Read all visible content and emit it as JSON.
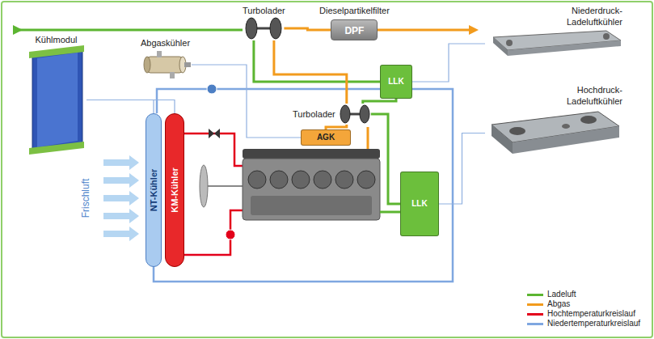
{
  "diagram": {
    "nodes": [
      {
        "text": [
          "Kühlmodul"
        ]
      },
      {
        "text": [
          "Turbolader"
        ]
      },
      {
        "text": [
          "Dieselpartikelfilter",
          "DPF"
        ]
      },
      {
        "text": [
          "Niederdruck- Ladeluftkühler"
        ]
      },
      {
        "text": [
          "Abgaskühler"
        ]
      },
      {
        "text": [
          "LLK"
        ]
      },
      {
        "text": [
          "Turbolader"
        ]
      },
      {
        "text": [
          "Hochdruck- Ladeluftkühler"
        ]
      },
      {
        "text": [
          "AGK"
        ]
      },
      {
        "text": [
          "NT-Kühler"
        ]
      },
      {
        "text": [
          "KM-Kühler"
        ]
      },
      {
        "text": [
          "LLK"
        ]
      }
    ],
    "edges": [
      {
        "from": 0,
        "to": 9,
        "arrow": "none"
      },
      {
        "from": 0,
        "to": 10,
        "arrow": "none"
      },
      {
        "from": 3,
        "to": 5,
        "arrow": "none"
      },
      {
        "from": 7,
        "to": 11,
        "arrow": "none"
      },
      {
        "from": 4,
        "to": 8,
        "arrow": "none"
      },
      {
        "from": 1,
        "to": 2,
        "arrow": "none"
      },
      {
        "from": 1,
        "to": 5,
        "arrow": "none"
      },
      {
        "from": 5,
        "to": 6,
        "arrow": "none"
      },
      {
        "from": 6,
        "to": 11,
        "arrow": "none"
      },
      {
        "from": 8,
        "to": 6,
        "arrow": "none"
      },
      {
        "from": 6,
        "to": 1,
        "arrow": "none"
      }
    ],
    "labels": [
      "Frischluft"
    ],
    "legend": [
      {
        "text": "Ladeluft",
        "color": "#5cb531"
      },
      {
        "text": "Abgas",
        "color": "#f29b1d"
      },
      {
        "text": "Hochtemperaturkreislauf",
        "color": "#e3001b"
      },
      {
        "text": "Niedertemperaturkreislauf",
        "color": "#7fa7e0"
      }
    ]
  }
}
